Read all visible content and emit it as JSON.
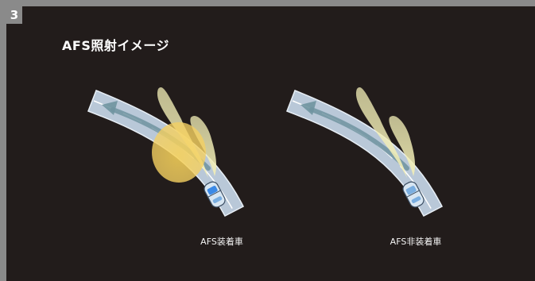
{
  "section_number": "3",
  "title": "AFS照射イメージ",
  "diagrams": [
    {
      "caption": "AFS装着車"
    },
    {
      "caption": "AFS非装着車"
    }
  ],
  "colors": {
    "background": "#221c1b",
    "frame": "#8a8a8a",
    "road": "#b9c8d8",
    "road_lane_line": "#ffffff",
    "arrow": "#6f93a0",
    "headlight_beam": "#f2eeb6",
    "afs_beam": "#f5d56a",
    "car": "#d8e6f2"
  }
}
